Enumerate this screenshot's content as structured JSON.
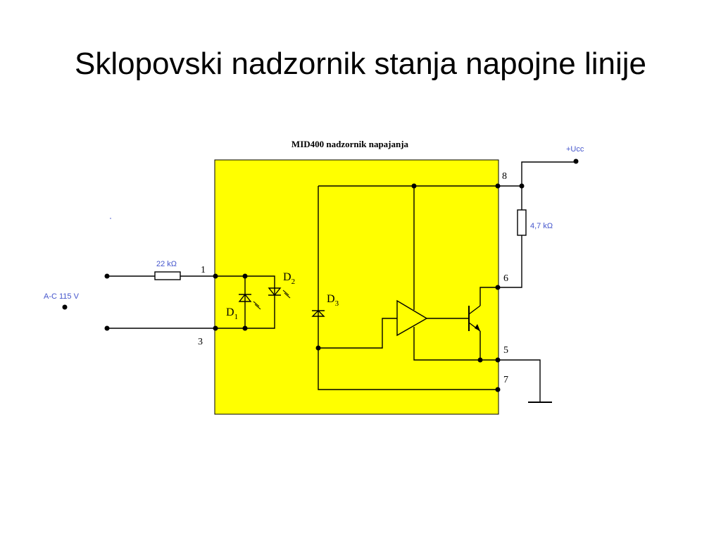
{
  "title": "Sklopovski nadzornik stanja napojne linije",
  "diagram": {
    "block_title": "MID400 nadzornik napajanja",
    "supply_label": "+Ucc",
    "input_label": "A-C 115 V",
    "resistor_input": "22 kΩ",
    "resistor_pullup": "4,7 kΩ",
    "pins": [
      "1",
      "3",
      "8",
      "6",
      "5",
      "7"
    ],
    "diodes": [
      {
        "letter": "D",
        "index": "1"
      },
      {
        "letter": "D",
        "index": "2"
      },
      {
        "letter": "D",
        "index": "3"
      }
    ],
    "colors": {
      "block_fill": "#ffff00",
      "label_color": "#4455cc",
      "wire": "#000000"
    }
  }
}
